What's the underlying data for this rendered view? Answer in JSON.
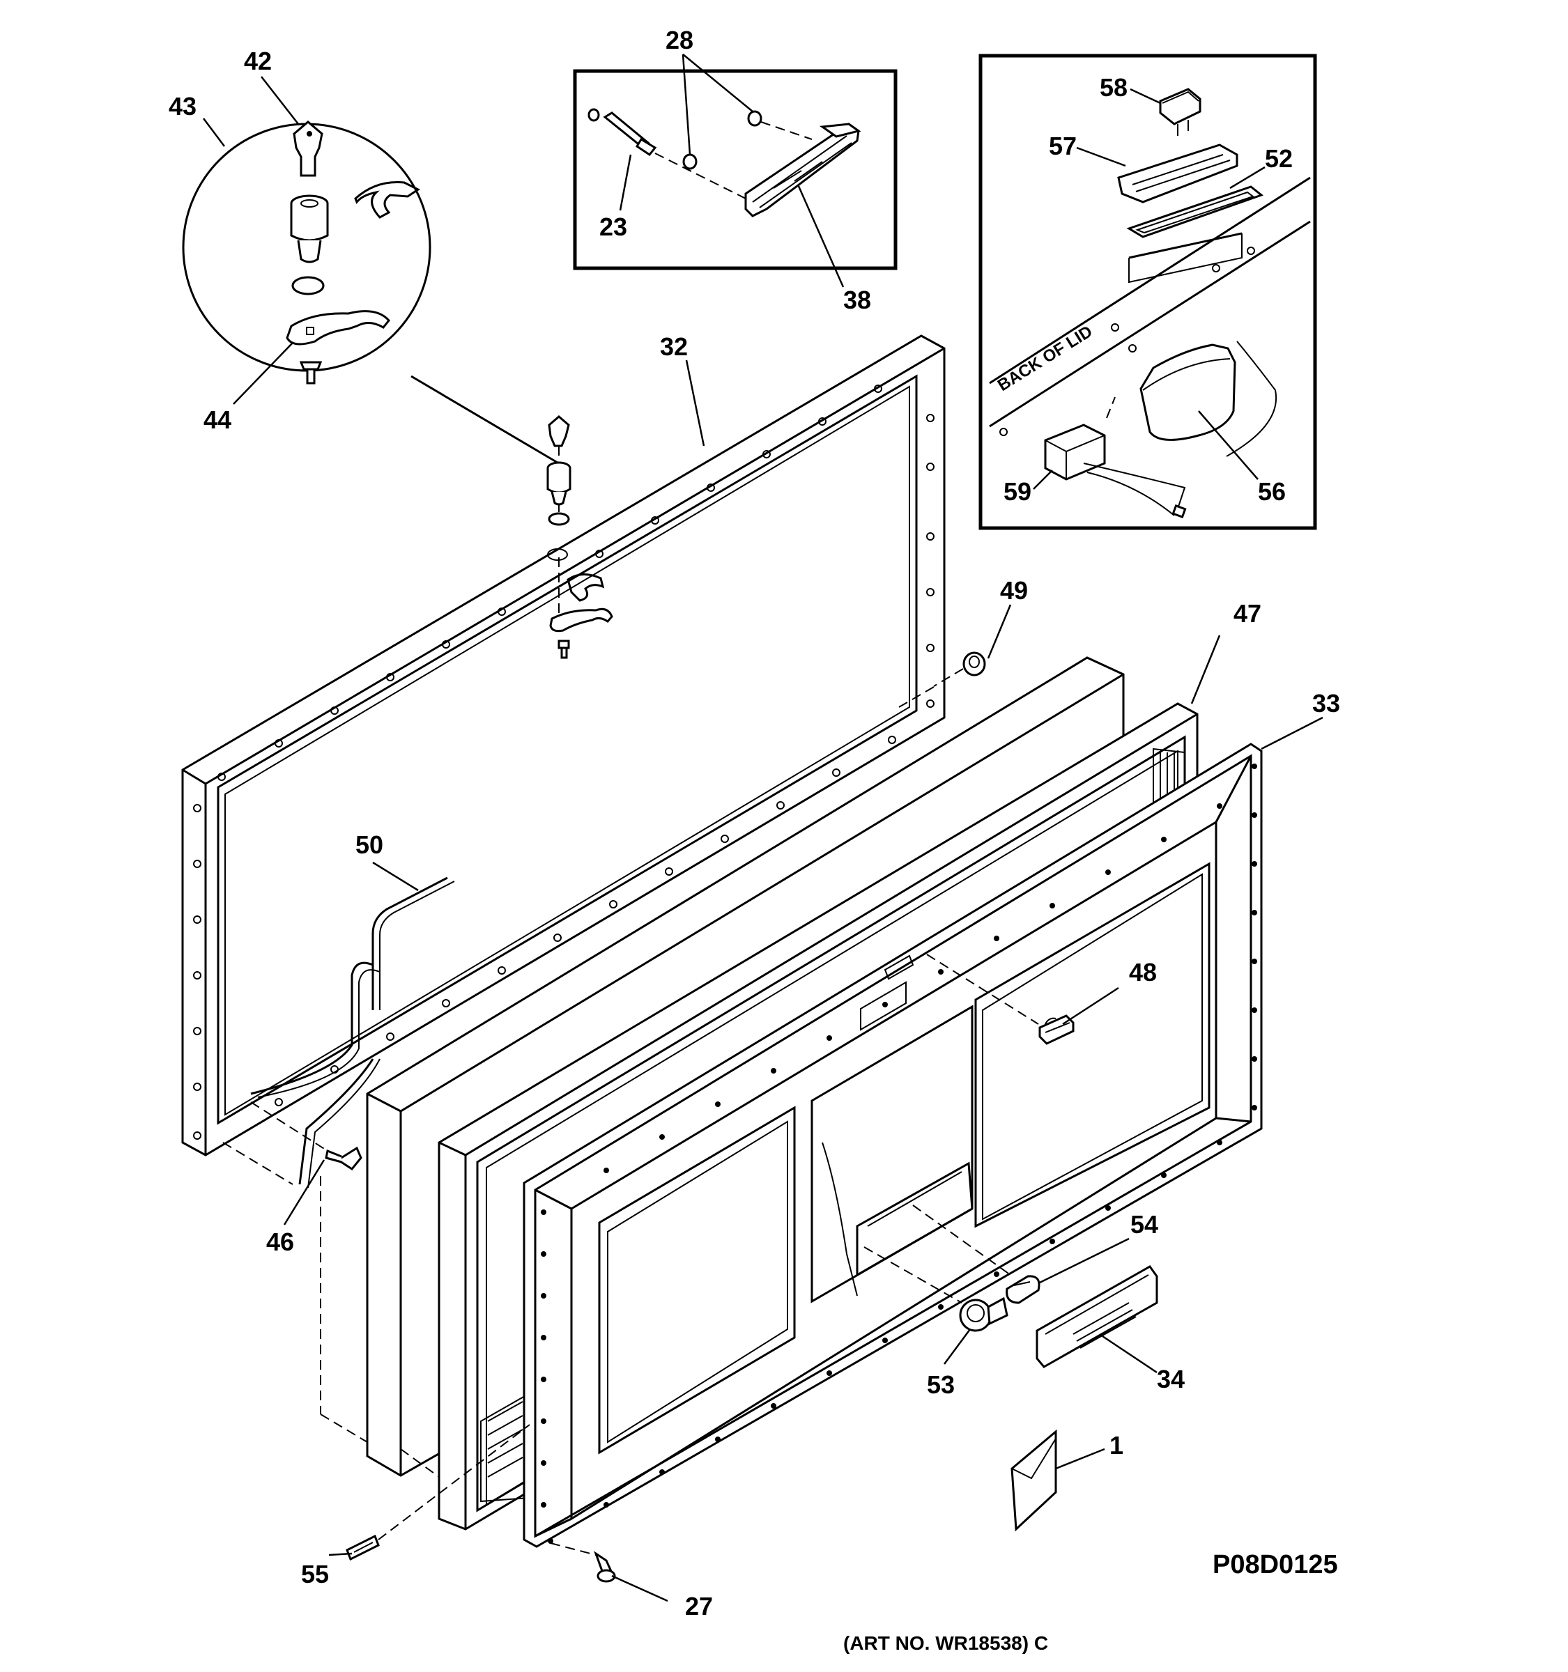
{
  "callouts": [
    "42",
    "43",
    "44",
    "28",
    "23",
    "38",
    "58",
    "57",
    "52",
    "56",
    "59",
    "32",
    "49",
    "47",
    "33",
    "50",
    "48",
    "46",
    "54",
    "53",
    "34",
    "1",
    "55",
    "27"
  ],
  "back_of_lid_label": "BACK OF LID",
  "drawing_code": "P08D0125",
  "art_number": "(ART NO. WR18538) C"
}
